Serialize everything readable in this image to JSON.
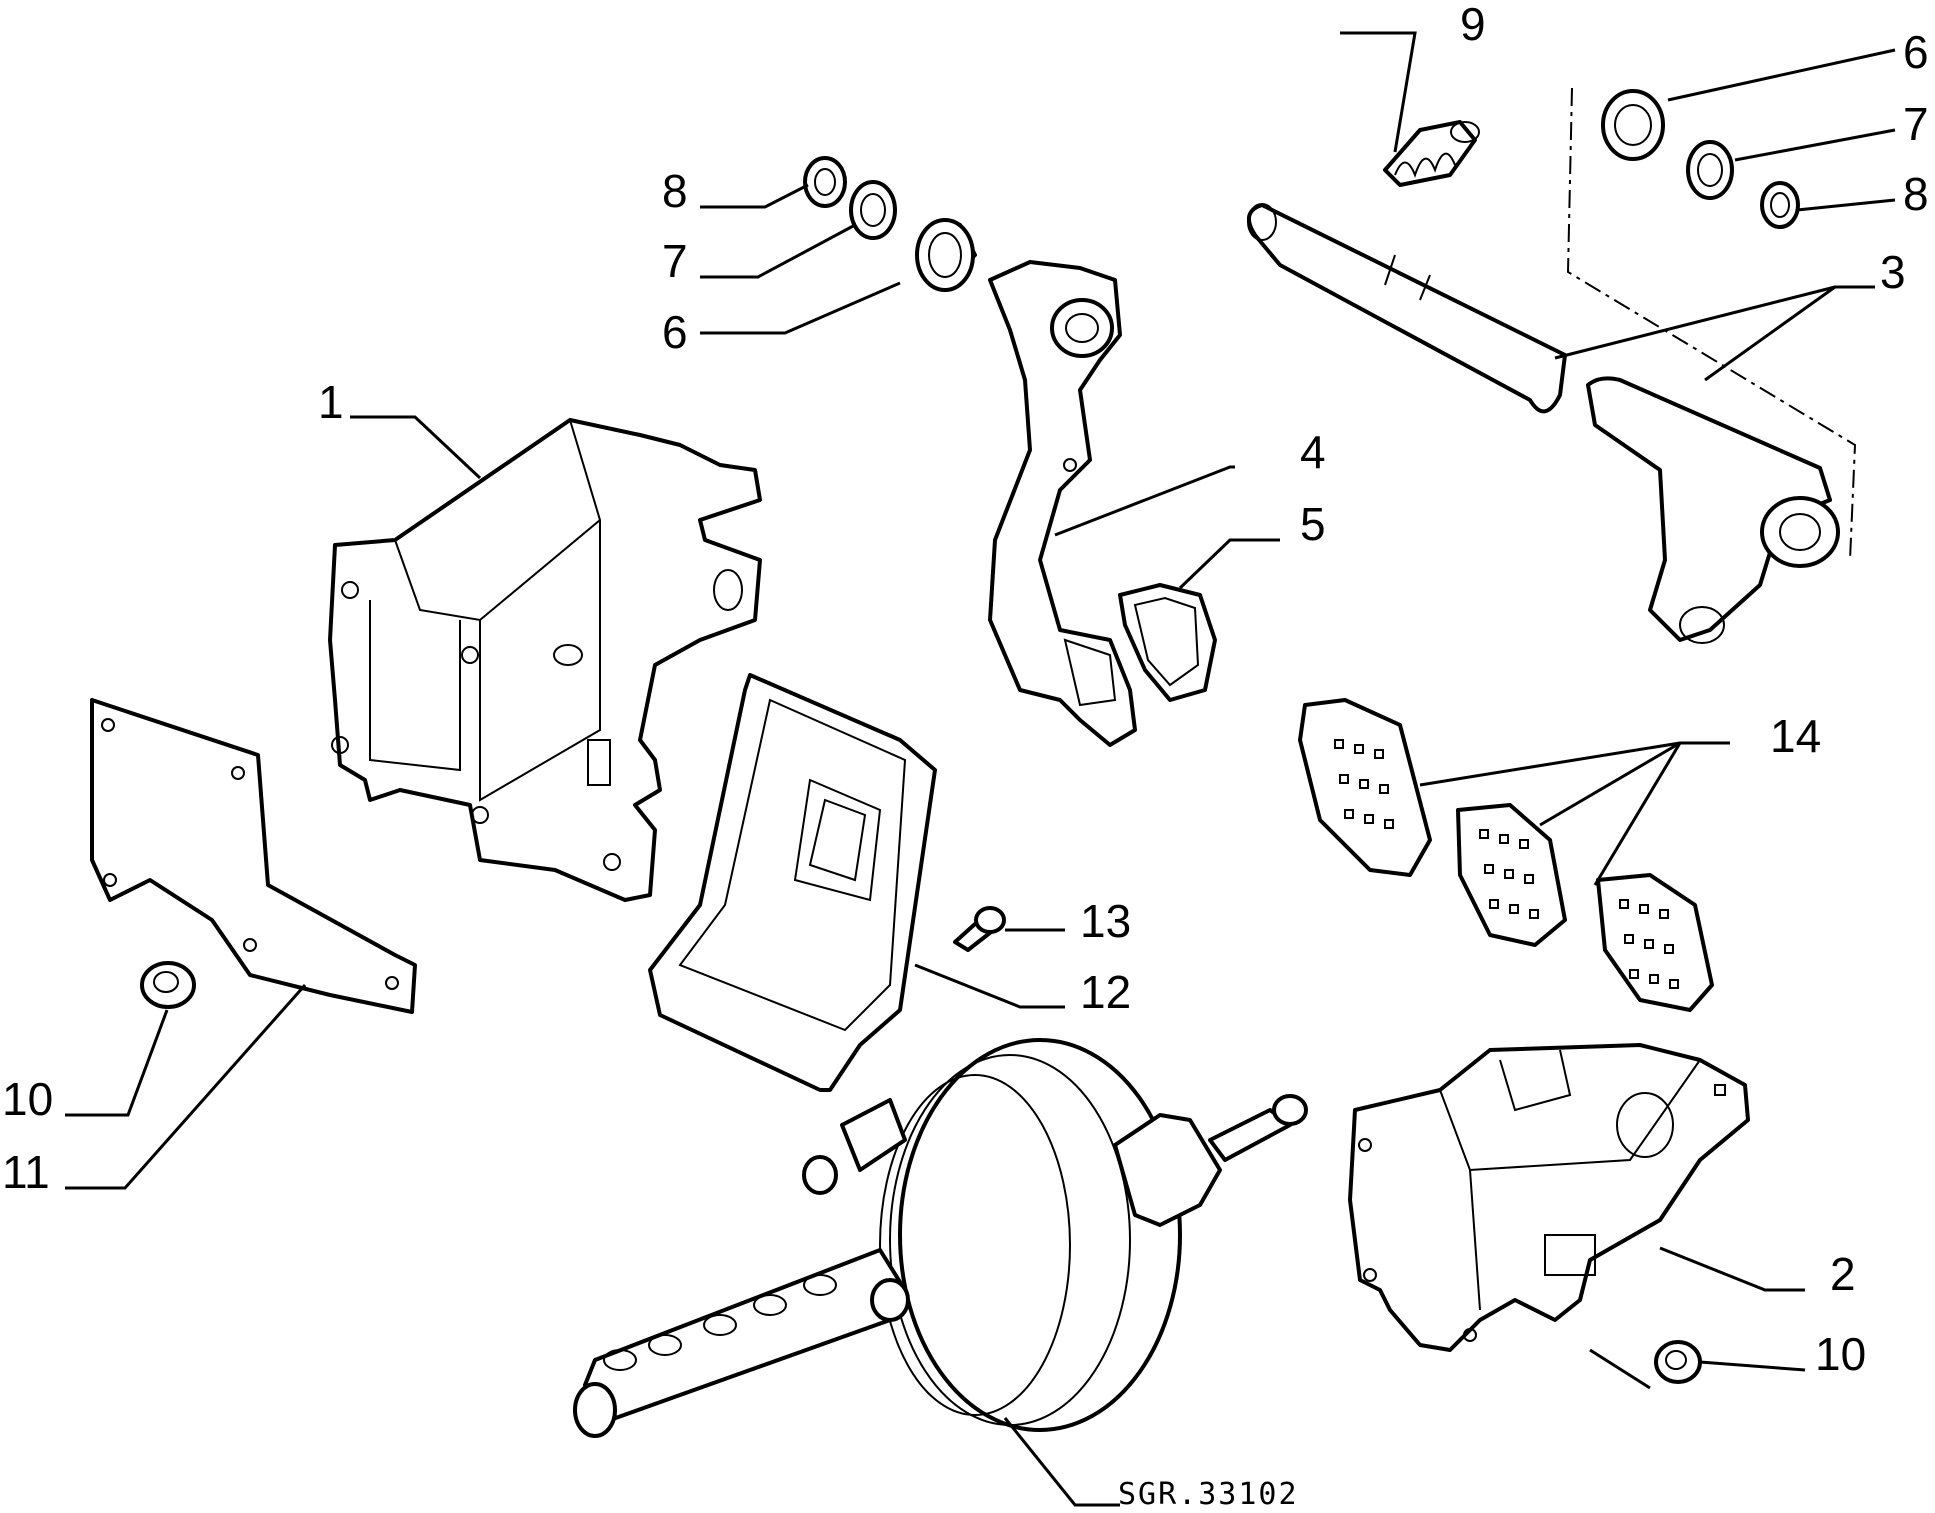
{
  "figure": {
    "code": "SGR.33102",
    "callouts": [
      {
        "id": "c1",
        "label": "1"
      },
      {
        "id": "c2",
        "label": "2"
      },
      {
        "id": "c3",
        "label": "3"
      },
      {
        "id": "c4",
        "label": "4"
      },
      {
        "id": "c5",
        "label": "5"
      },
      {
        "id": "c6a",
        "label": "6"
      },
      {
        "id": "c6b",
        "label": "6"
      },
      {
        "id": "c7a",
        "label": "7"
      },
      {
        "id": "c7b",
        "label": "7"
      },
      {
        "id": "c8a",
        "label": "8"
      },
      {
        "id": "c8b",
        "label": "8"
      },
      {
        "id": "c9",
        "label": "9"
      },
      {
        "id": "c10a",
        "label": "10"
      },
      {
        "id": "c10b",
        "label": "10"
      },
      {
        "id": "c11",
        "label": "11"
      },
      {
        "id": "c12",
        "label": "12"
      },
      {
        "id": "c13",
        "label": "13"
      },
      {
        "id": "c14",
        "label": "14"
      }
    ]
  }
}
